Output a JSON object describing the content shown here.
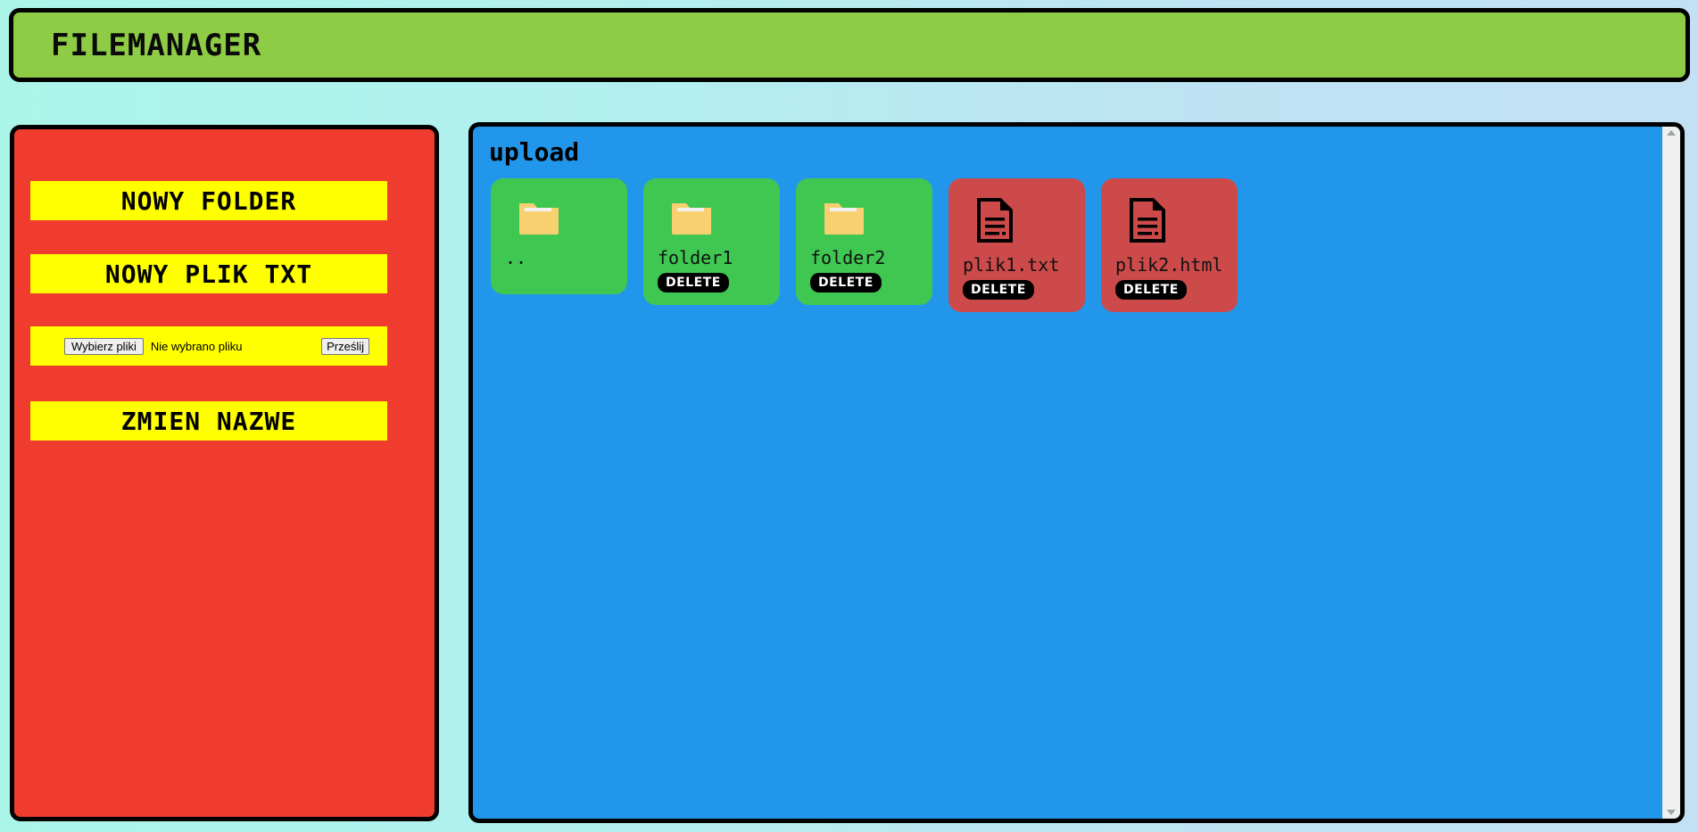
{
  "header": {
    "title": "FILEMANAGER",
    "bg_color": "#8dcc44"
  },
  "sidebar": {
    "bg_color": "#f03c2e",
    "new_folder_label": "NOWY FOLDER",
    "new_txt_label": "NOWY PLIK TXT",
    "rename_label": "ZMIEN NAZWE",
    "upload": {
      "choose_label": "Wybierz pliki",
      "status_label": "Nie wybrano pliku",
      "submit_label": "Prześlij"
    }
  },
  "main": {
    "bg_color": "#2196eb",
    "current_dir": "upload",
    "items": [
      {
        "name": "..",
        "type": "folder",
        "icon": "folder-icon",
        "delete_label": null,
        "has_delete": false
      },
      {
        "name": "folder1",
        "type": "folder",
        "icon": "folder-icon",
        "delete_label": "DELETE",
        "has_delete": true
      },
      {
        "name": "folder2",
        "type": "folder",
        "icon": "folder-icon",
        "delete_label": "DELETE",
        "has_delete": true
      },
      {
        "name": "plik1.txt",
        "type": "file",
        "icon": "document-icon",
        "delete_label": "DELETE",
        "has_delete": true
      },
      {
        "name": "plik2.html",
        "type": "file",
        "icon": "document-icon",
        "delete_label": "DELETE",
        "has_delete": true
      }
    ],
    "folder_card_color": "#3fc752",
    "file_card_color": "#cc4a4a"
  }
}
